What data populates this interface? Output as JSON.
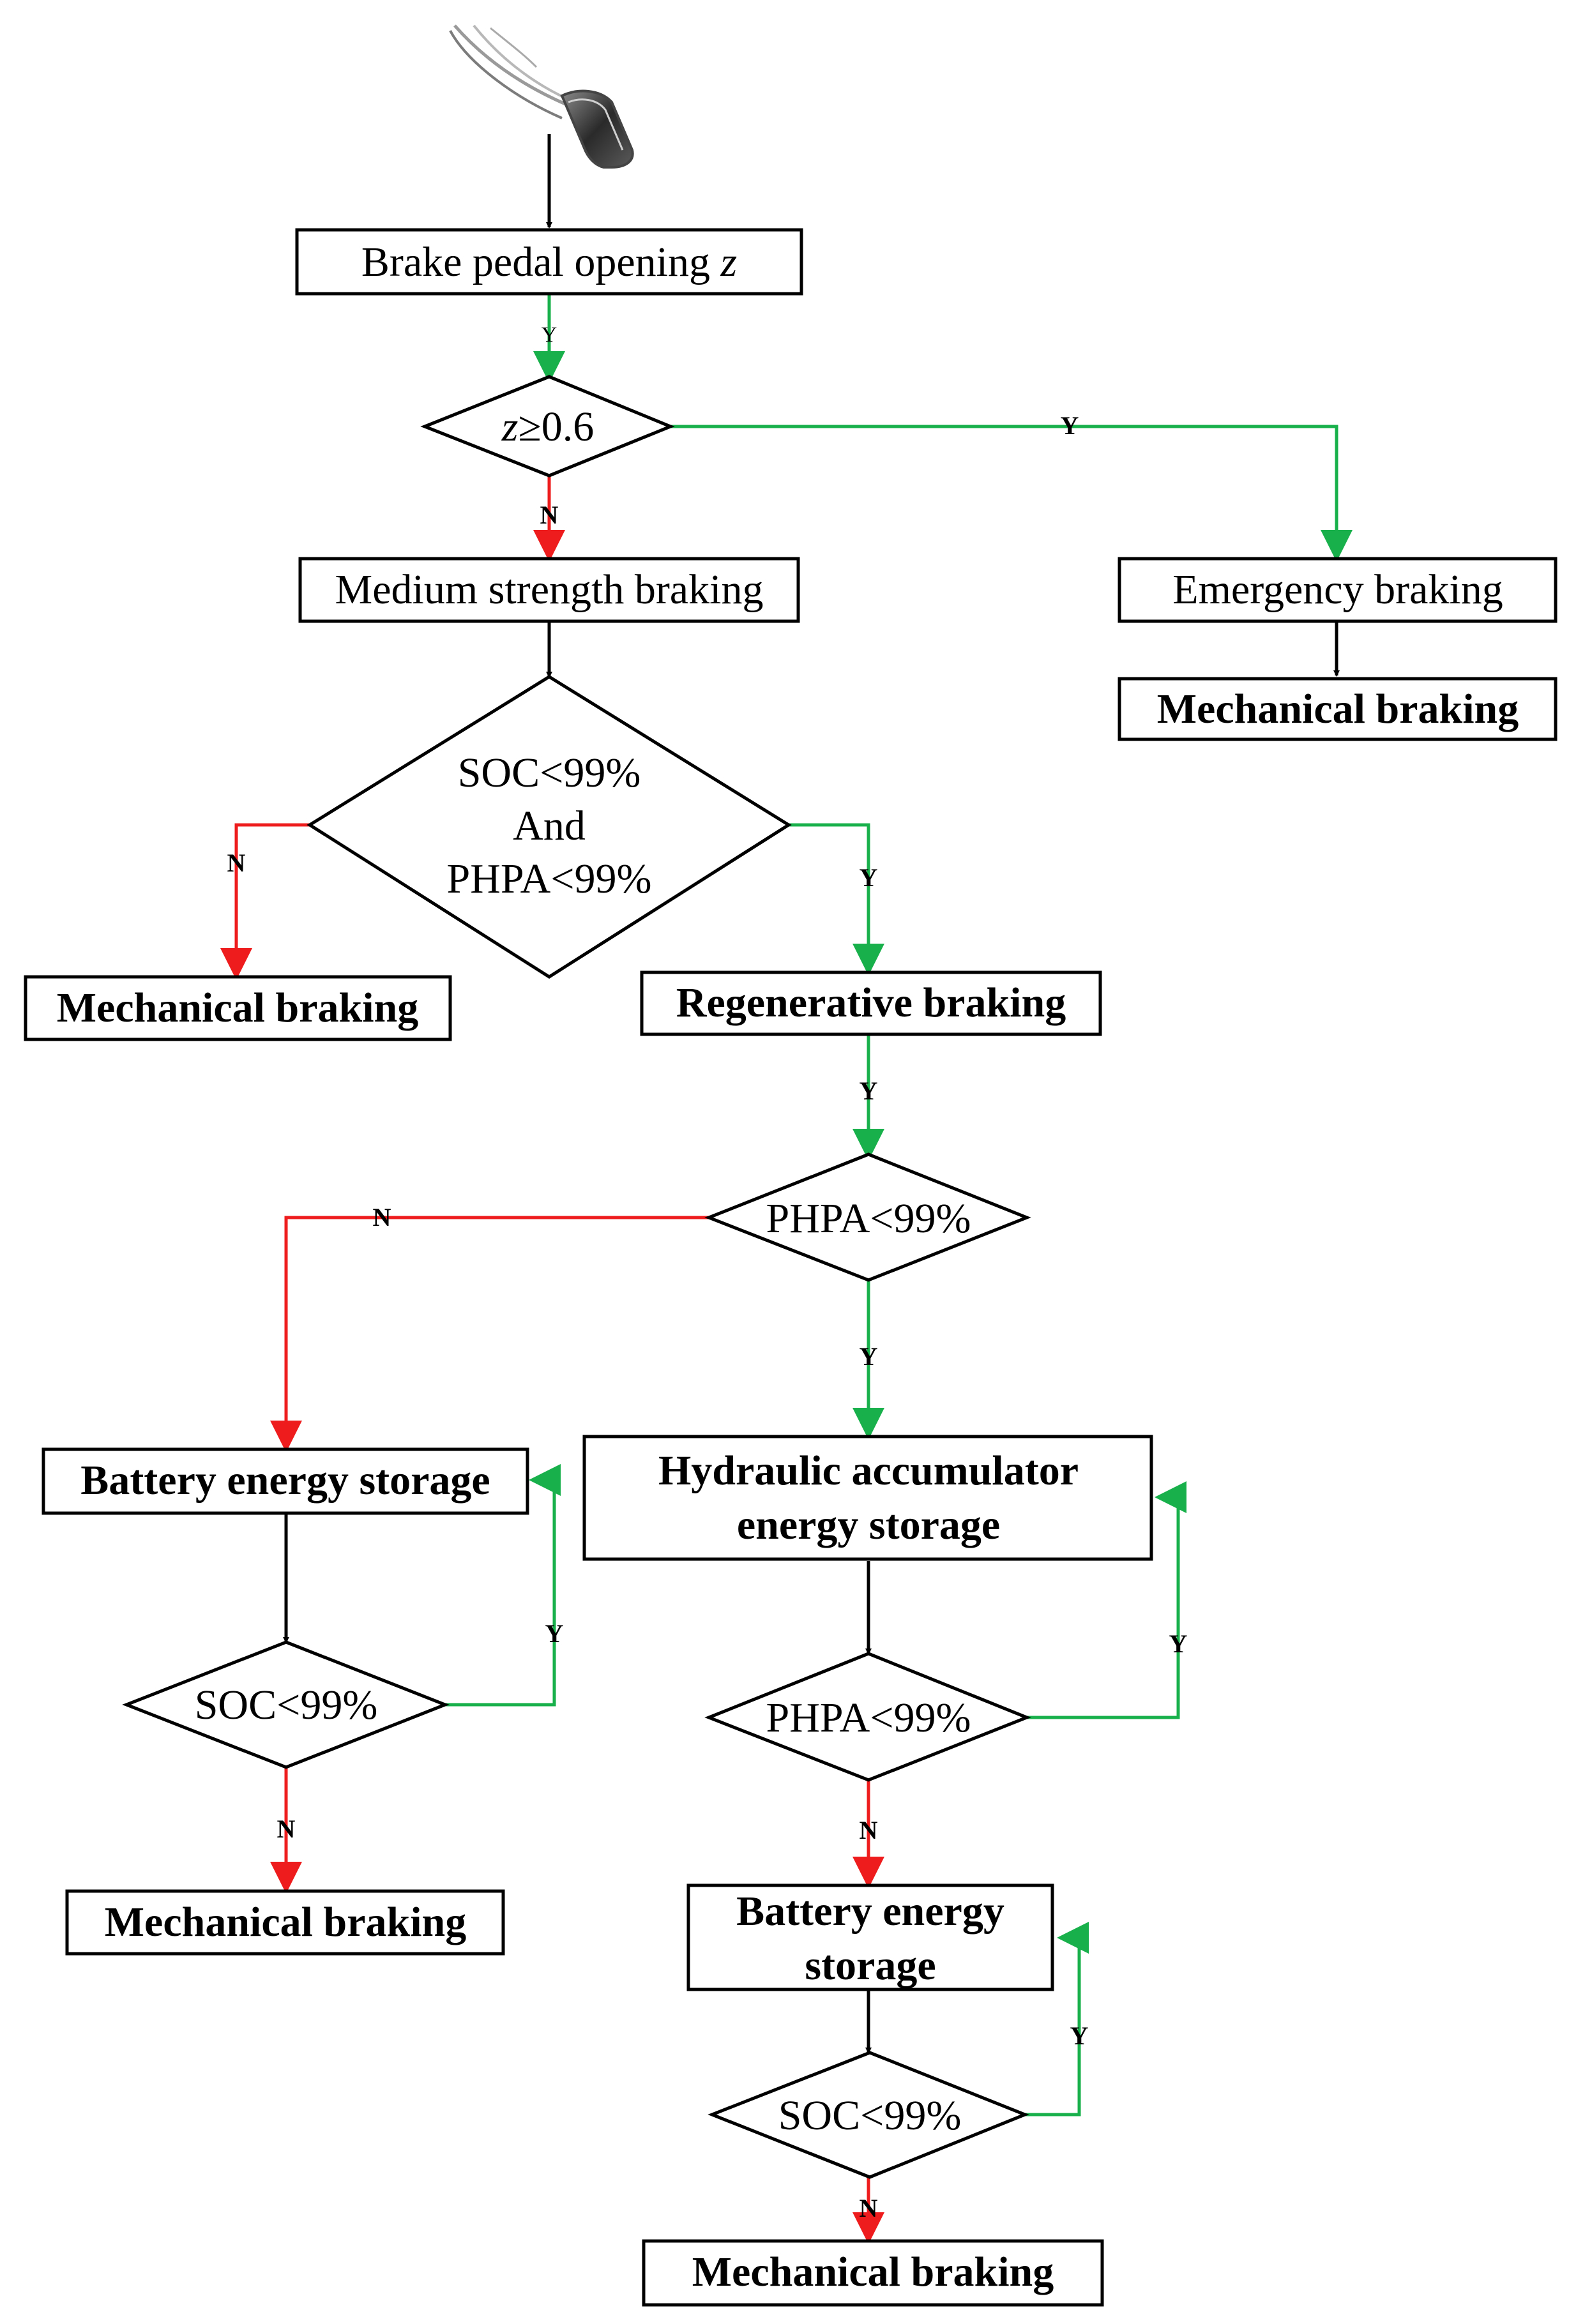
{
  "colors": {
    "yes": "#18b04a",
    "no": "#ee1c1c",
    "neutral": "#000000"
  },
  "nodes": {
    "brake_pedal": {
      "prefix": "Brake pedal opening ",
      "var": "z"
    },
    "z_check": {
      "var": "z",
      "rest": "≥0.6"
    },
    "medium_braking": {
      "label": "Medium strength braking"
    },
    "emergency_braking": {
      "label": "Emergency braking"
    },
    "mech_braking_emergency": {
      "label": "Mechanical braking"
    },
    "soc_phpa_check": {
      "line1": "SOC<99%",
      "line2": "And",
      "line3": "PHPA<99%"
    },
    "mech_braking_left": {
      "label": "Mechanical braking"
    },
    "regen_braking": {
      "label": "Regenerative braking"
    },
    "phpa_check_1": {
      "label": "PHPA<99%"
    },
    "battery_storage_left": {
      "label": "Battery energy storage"
    },
    "hydraulic_storage": {
      "line1": "Hydraulic accumulator",
      "line2": "energy storage"
    },
    "soc_check_left": {
      "label": "SOC<99%"
    },
    "phpa_check_2": {
      "label": "PHPA<99%"
    },
    "mech_braking_bottom_left": {
      "label": "Mechanical braking"
    },
    "battery_storage_right": {
      "line1": "Battery energy",
      "line2": "storage"
    },
    "soc_check_right": {
      "label": "SOC<99%"
    },
    "mech_braking_bottom": {
      "label": "Mechanical braking"
    }
  },
  "edges": {
    "pedal_to_zcheck": {
      "label": "Y"
    },
    "zcheck_to_emergency": {
      "label": "Y"
    },
    "zcheck_to_medium": {
      "label": "N"
    },
    "socphpa_to_mech": {
      "label": "N"
    },
    "socphpa_to_regen": {
      "label": "Y"
    },
    "regen_to_phpa1": {
      "label": "Y"
    },
    "phpa1_to_battery": {
      "label": "N"
    },
    "phpa1_to_hydraulic": {
      "label": "Y"
    },
    "socleft_to_battery": {
      "label": "Y"
    },
    "socleft_to_mech": {
      "label": "N"
    },
    "phpa2_to_hydraulic": {
      "label": "Y"
    },
    "phpa2_to_battery_right": {
      "label": "N"
    },
    "socright_to_battery_right": {
      "label": "Y"
    },
    "socright_to_mech": {
      "label": "N"
    }
  }
}
